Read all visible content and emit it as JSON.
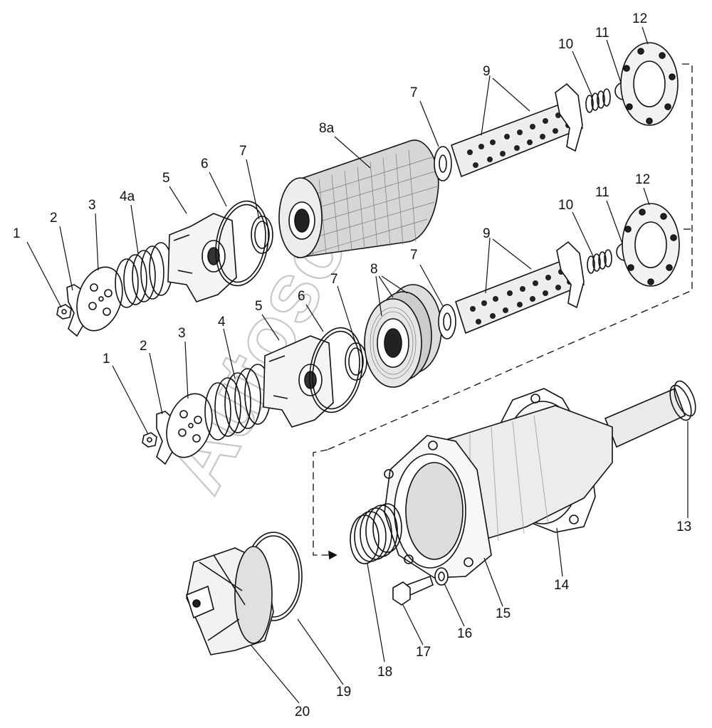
{
  "watermark": "Autosoft",
  "labels": [
    {
      "id": "1-a",
      "text": "1"
    },
    {
      "id": "2-a",
      "text": "2"
    },
    {
      "id": "3-a",
      "text": "3"
    },
    {
      "id": "4a",
      "text": "4a"
    },
    {
      "id": "5-a",
      "text": "5"
    },
    {
      "id": "6-a",
      "text": "6"
    },
    {
      "id": "7-a",
      "text": "7"
    },
    {
      "id": "8a",
      "text": "8a"
    },
    {
      "id": "7-b",
      "text": "7"
    },
    {
      "id": "9-a",
      "text": "9"
    },
    {
      "id": "10-a",
      "text": "10"
    },
    {
      "id": "11-a",
      "text": "11"
    },
    {
      "id": "12-a",
      "text": "12"
    },
    {
      "id": "1-b",
      "text": "1"
    },
    {
      "id": "2-b",
      "text": "2"
    },
    {
      "id": "3-b",
      "text": "3"
    },
    {
      "id": "4",
      "text": "4"
    },
    {
      "id": "5-b",
      "text": "5"
    },
    {
      "id": "6-b",
      "text": "6"
    },
    {
      "id": "7-c",
      "text": "7"
    },
    {
      "id": "8",
      "text": "8"
    },
    {
      "id": "7-d",
      "text": "7"
    },
    {
      "id": "9-b",
      "text": "9"
    },
    {
      "id": "10-b",
      "text": "10"
    },
    {
      "id": "11-b",
      "text": "11"
    },
    {
      "id": "12-b",
      "text": "12"
    },
    {
      "id": "13",
      "text": "13"
    },
    {
      "id": "14",
      "text": "14"
    },
    {
      "id": "15",
      "text": "15"
    },
    {
      "id": "16",
      "text": "16"
    },
    {
      "id": "17",
      "text": "17"
    },
    {
      "id": "18",
      "text": "18"
    },
    {
      "id": "19",
      "text": "19"
    },
    {
      "id": "20",
      "text": "20"
    }
  ]
}
